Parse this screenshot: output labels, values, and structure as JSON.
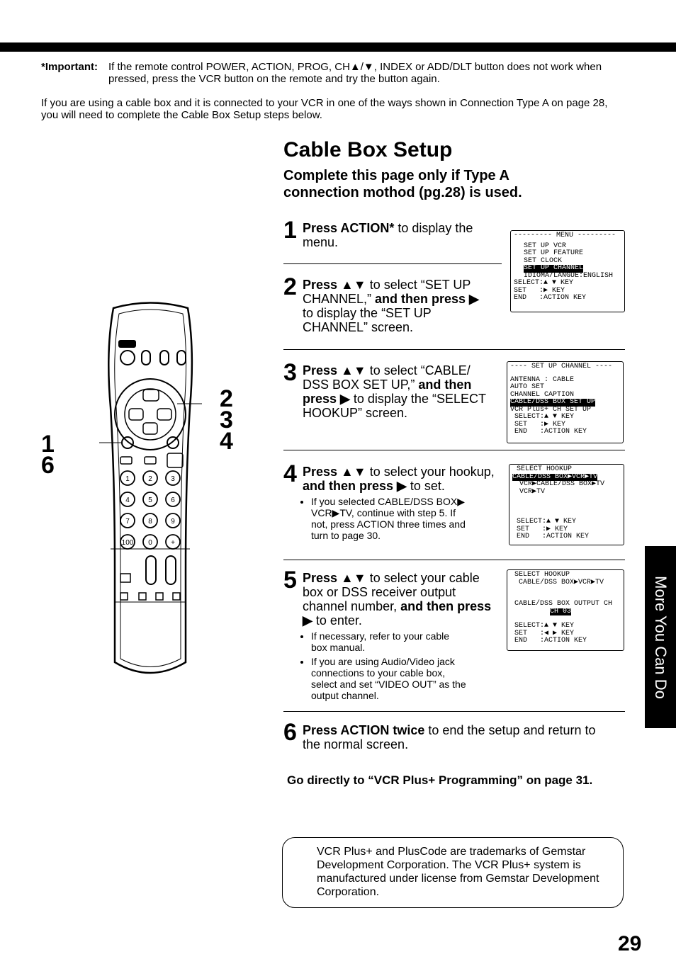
{
  "important": {
    "lead": "*Important:",
    "body": "If the remote control POWER, ACTION, PROG, CH▲/▼, INDEX or ADD/DLT button does not work when pressed, press the VCR button on the remote and try the button again."
  },
  "intro": "If you are using a cable box and it is connected to your VCR in one of the ways shown in Connection Type A on page 28, you will need to complete the Cable Box Setup steps below.",
  "title": "Cable Box Setup",
  "subtitle": "Complete this page only if Type A connection mothod (pg.28) is used.",
  "steps": [
    {
      "num": "1",
      "b1": "Press ACTION*",
      "t1": " to display the menu."
    },
    {
      "num": "2",
      "b1": "Press ▲▼",
      "t1": " to select “SET UP CHANNEL,” ",
      "b2": "and then press ▶",
      "t2": " to display the “SET UP CHANNEL” screen."
    },
    {
      "num": "3",
      "b1": "Press ▲▼",
      "t1": " to select “CABLE/ DSS BOX SET UP,” ",
      "b2": "and then press ▶",
      "t2": " to display the “SELECT HOOKUP” screen."
    },
    {
      "num": "4",
      "b1": "Press ▲▼",
      "t1": " to select your hookup, ",
      "b2": "and then press ▶",
      "t2": " to set.",
      "bullets": [
        "If you selected CABLE/DSS BOX▶ VCR▶TV, continue with step 5. If not, press ACTION three times and turn to page 30."
      ]
    },
    {
      "num": "5",
      "b1": "Press ▲▼",
      "t1": " to select your cable box or DSS receiver output channel number, ",
      "b2": "and then press ▶",
      "t2": " to enter.",
      "bullets": [
        "If necessary, refer to your cable box manual.",
        "If you are using Audio/Video jack connections to your cable box, select and set “VIDEO OUT” as the output channel."
      ]
    },
    {
      "num": "6",
      "b1": "Press ACTION twice",
      "t1": " to end the setup and return to the normal screen."
    }
  ],
  "screens": {
    "menu": [
      "--------- MENU ---------",
      "SET UP VCR",
      "SET UP FEATURE",
      "SET CLOCK",
      "SET UP CHANNEL",
      "IDIOMA/LANGUE:ENGLISH",
      "SELECT:▲ ▼ KEY",
      "SET   :▶ KEY",
      "END   :ACTION KEY"
    ],
    "setup_channel": [
      "---- SET UP CHANNEL ----",
      "ANTENNA : CABLE",
      "AUTO SET",
      "CHANNEL CAPTION",
      "CABLE/DSS BOX SET UP",
      "VCR Plus+ CH SET UP",
      "SELECT:▲ ▼ KEY",
      "SET   :▶ KEY",
      "END   :ACTION KEY"
    ],
    "select_hookup": [
      "SELECT HOOKUP",
      "CABLE/DSS BOX▶VCR▶TV",
      "VCR▶CABLE/DSS BOX▶TV",
      "VCR▶TV",
      "SELECT:▲ ▼ KEY",
      "SET   :▶ KEY",
      "END   :ACTION KEY"
    ],
    "output_ch": [
      "SELECT HOOKUP",
      "CABLE/DSS BOX▶VCR▶TV",
      "CABLE/DSS BOX OUTPUT CH",
      "CH 03",
      "SELECT:▲ ▼ KEY",
      "SET   :◀ ▶ KEY",
      "END   :ACTION KEY"
    ]
  },
  "remote_labels": {
    "left": "1\n6",
    "right": "2\n3\n4"
  },
  "remote_keys": [
    "1",
    "2",
    "3",
    "4",
    "5",
    "6",
    "7",
    "8",
    "9",
    "100",
    "0",
    "+"
  ],
  "goto": "Go directly to “VCR Plus+ Programming” on page 31.",
  "trademark": "VCR Plus+ and PlusCode are trademarks of Gemstar Development Corporation. The VCR Plus+ system is manufactured under license from Gemstar Development Corporation.",
  "side_tab": "More You Can Do",
  "page_number": "29"
}
